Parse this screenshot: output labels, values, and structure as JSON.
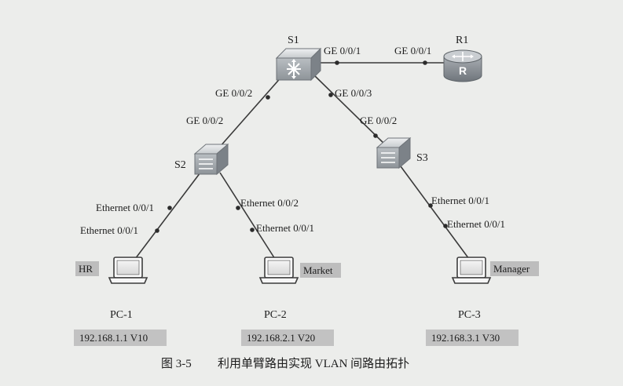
{
  "devices": {
    "s1": {
      "label": "S1"
    },
    "r1": {
      "label": "R1"
    },
    "s2": {
      "label": "S2"
    },
    "s3": {
      "label": "S3"
    },
    "pc1": {
      "label": "PC-1",
      "tag": "HR",
      "addr": "192.168.1.1 V10"
    },
    "pc2": {
      "label": "PC-2",
      "tag": "Market",
      "addr": "192.168.2.1 V20"
    },
    "pc3": {
      "label": "PC-3",
      "tag": "Manager",
      "addr": "192.168.3.1 V30"
    }
  },
  "ports": {
    "s1_r1_a": "GE 0/0/1",
    "s1_r1_b": "GE 0/0/1",
    "s1_s2_a": "GE 0/0/2",
    "s1_s2_b": "GE 0/0/2",
    "s1_s3_a": "GE 0/0/3",
    "s1_s3_b": "GE 0/0/2",
    "s2_pc1_a": "Ethernet 0/0/1",
    "s2_pc1_b": "Ethernet 0/0/1",
    "s2_pc2_a": "Ethernet 0/0/2",
    "s2_pc2_b": "Ethernet 0/0/1",
    "s3_pc3_a": "Ethernet 0/0/1",
    "s3_pc3_b": "Ethernet 0/0/1"
  },
  "caption": {
    "figure_no": "图 3-5",
    "text": "利用单臂路由实现 VLAN 间路由拓扑"
  },
  "colors": {
    "switch_face": "#a9aeb2",
    "router_face": "#8f959b",
    "tag_bg": "#bdbdbd",
    "line": "#3a3a3a"
  }
}
